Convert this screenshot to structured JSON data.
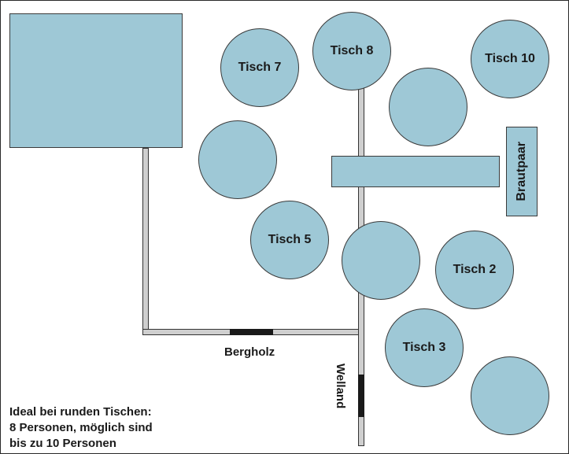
{
  "tables": {
    "tisch7": "Tisch 7",
    "tisch8": "Tisch 8",
    "tisch10": "Tisch 10",
    "tisch5": "Tisch 5",
    "tisch2": "Tisch 2",
    "tisch3": "Tisch 3"
  },
  "head_table": {
    "label": "Brautpaar"
  },
  "labels": {
    "bergholz": "Bergholz",
    "welland": "Welland"
  },
  "note": {
    "line1": "Ideal bei runden Tischen:",
    "line2": "8 Personen, möglich sind",
    "line3": "bis zu 10 Personen"
  },
  "colors": {
    "table_fill": "#9ec8d6",
    "wall_fill": "#cfcfcf",
    "door": "#1a1a1a"
  }
}
